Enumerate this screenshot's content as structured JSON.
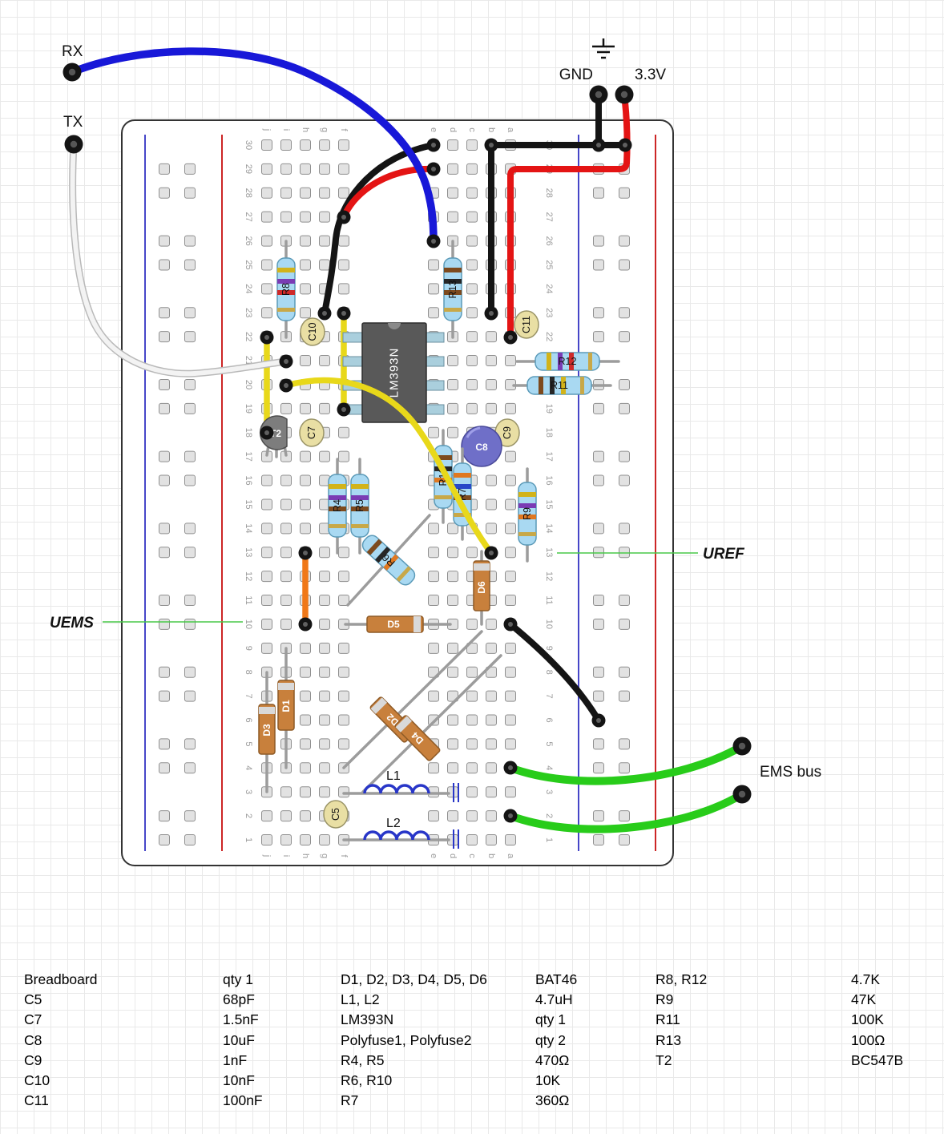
{
  "annotations": {
    "rx": "RX",
    "tx": "TX",
    "gnd": "GND",
    "v33": "3.3V",
    "uref": "UREF",
    "uems": "UEMS",
    "ems_bus": "EMS bus"
  },
  "colors": {
    "wire_rx_blue": "#1818d8",
    "wire_tx_white": "#f3f3f3",
    "wire_gnd_black": "#141414",
    "wire_33v_red": "#e41414",
    "wire_signal_yellow": "#e8d81a",
    "wire_ems_green": "#28cc1a",
    "wire_jumper_orange": "#f07818",
    "callout_green": "#49c949",
    "board_rail_red": "#cc2626",
    "board_rail_blue": "#4646c8"
  },
  "breadboard": {
    "rows": 30,
    "column_letters": [
      "j",
      "i",
      "h",
      "g",
      "f",
      "e",
      "d",
      "c",
      "b",
      "a"
    ]
  },
  "components": {
    "ic": "LM393N",
    "t2": "T2",
    "r4": "R4",
    "r5": "R5",
    "r6": "R6",
    "r7": "R7",
    "r8": "R8",
    "r9": "R9",
    "r10": "R10",
    "r11": "R11",
    "r12": "R12",
    "r13": "R13",
    "c5": "C5",
    "c7": "C7",
    "c8": "C8",
    "c9": "C9",
    "c10": "C10",
    "c11": "C11",
    "d1": "D1",
    "d2": "D2",
    "d3": "D3",
    "d4": "D4",
    "d5": "D5",
    "d6": "D6",
    "l1": "L1",
    "l2": "L2"
  },
  "bom": {
    "columns": [
      {
        "rows": [
          [
            "Breadboard",
            "qty 1"
          ],
          [
            "C5",
            "68pF"
          ],
          [
            "C7",
            "1.5nF"
          ],
          [
            "C8",
            "10uF"
          ],
          [
            "C9",
            "1nF"
          ],
          [
            "C10",
            "10nF"
          ],
          [
            "C11",
            "100nF"
          ]
        ]
      },
      {
        "rows": [
          [
            "D1, D2, D3, D4, D5, D6",
            "BAT46"
          ],
          [
            "L1, L2",
            "4.7uH"
          ],
          [
            "LM393N",
            "qty 1"
          ],
          [
            "Polyfuse1, Polyfuse2",
            "qty 2"
          ],
          [
            "R4, R5",
            "470Ω"
          ],
          [
            "R6, R10",
            "10K"
          ],
          [
            "R7",
            "360Ω"
          ]
        ]
      },
      {
        "rows": [
          [
            "R8, R12",
            "4.7K"
          ],
          [
            "R9",
            "47K"
          ],
          [
            "R11",
            "100K"
          ],
          [
            "R13",
            "100Ω"
          ],
          [
            "T2",
            "BC547B"
          ]
        ]
      }
    ]
  }
}
